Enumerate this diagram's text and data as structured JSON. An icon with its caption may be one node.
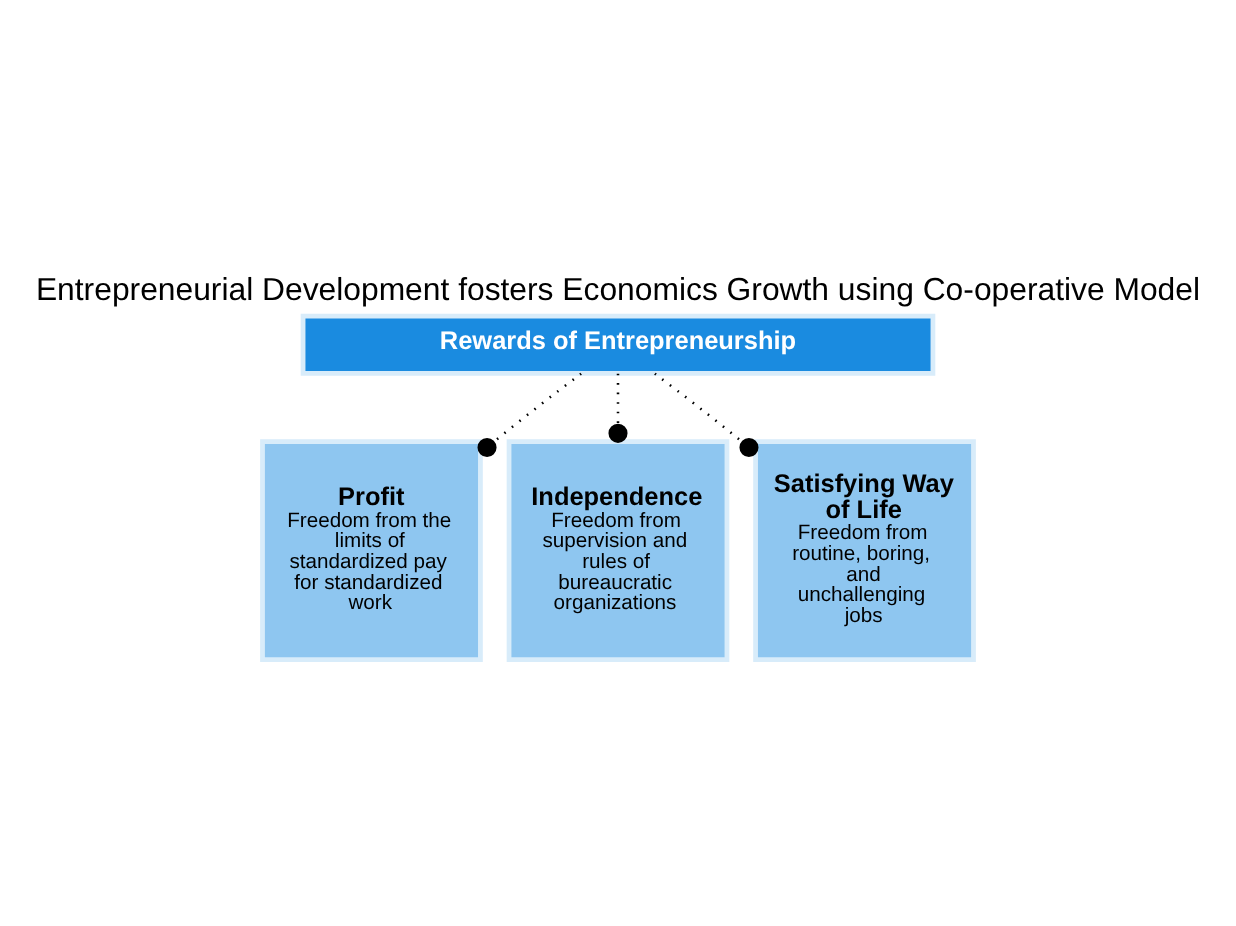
{
  "diagram": {
    "title": "Entrepreneurial Development fosters Economics Growth using Co-operative Model",
    "nodes": [
      {
        "text": [
          "Rewards of Entrepreneurship"
        ]
      },
      {
        "text": [
          "Profit",
          "Freedom from the limits of standardized pay for standardized work"
        ]
      },
      {
        "text": [
          "Independence",
          "Freedom from supervision and rules of bureaucratic organizations"
        ]
      },
      {
        "text": [
          "Satisfying Way of Life",
          "Freedom from routine, boring, and unchallenging jobs"
        ]
      }
    ],
    "edges": [
      {
        "from": 0,
        "to": 1,
        "arrow": "other",
        "style": "dashed"
      },
      {
        "from": 0,
        "to": 2,
        "arrow": "other",
        "style": "dashed"
      },
      {
        "from": 0,
        "to": 3,
        "arrow": "other",
        "style": "dashed"
      }
    ]
  }
}
